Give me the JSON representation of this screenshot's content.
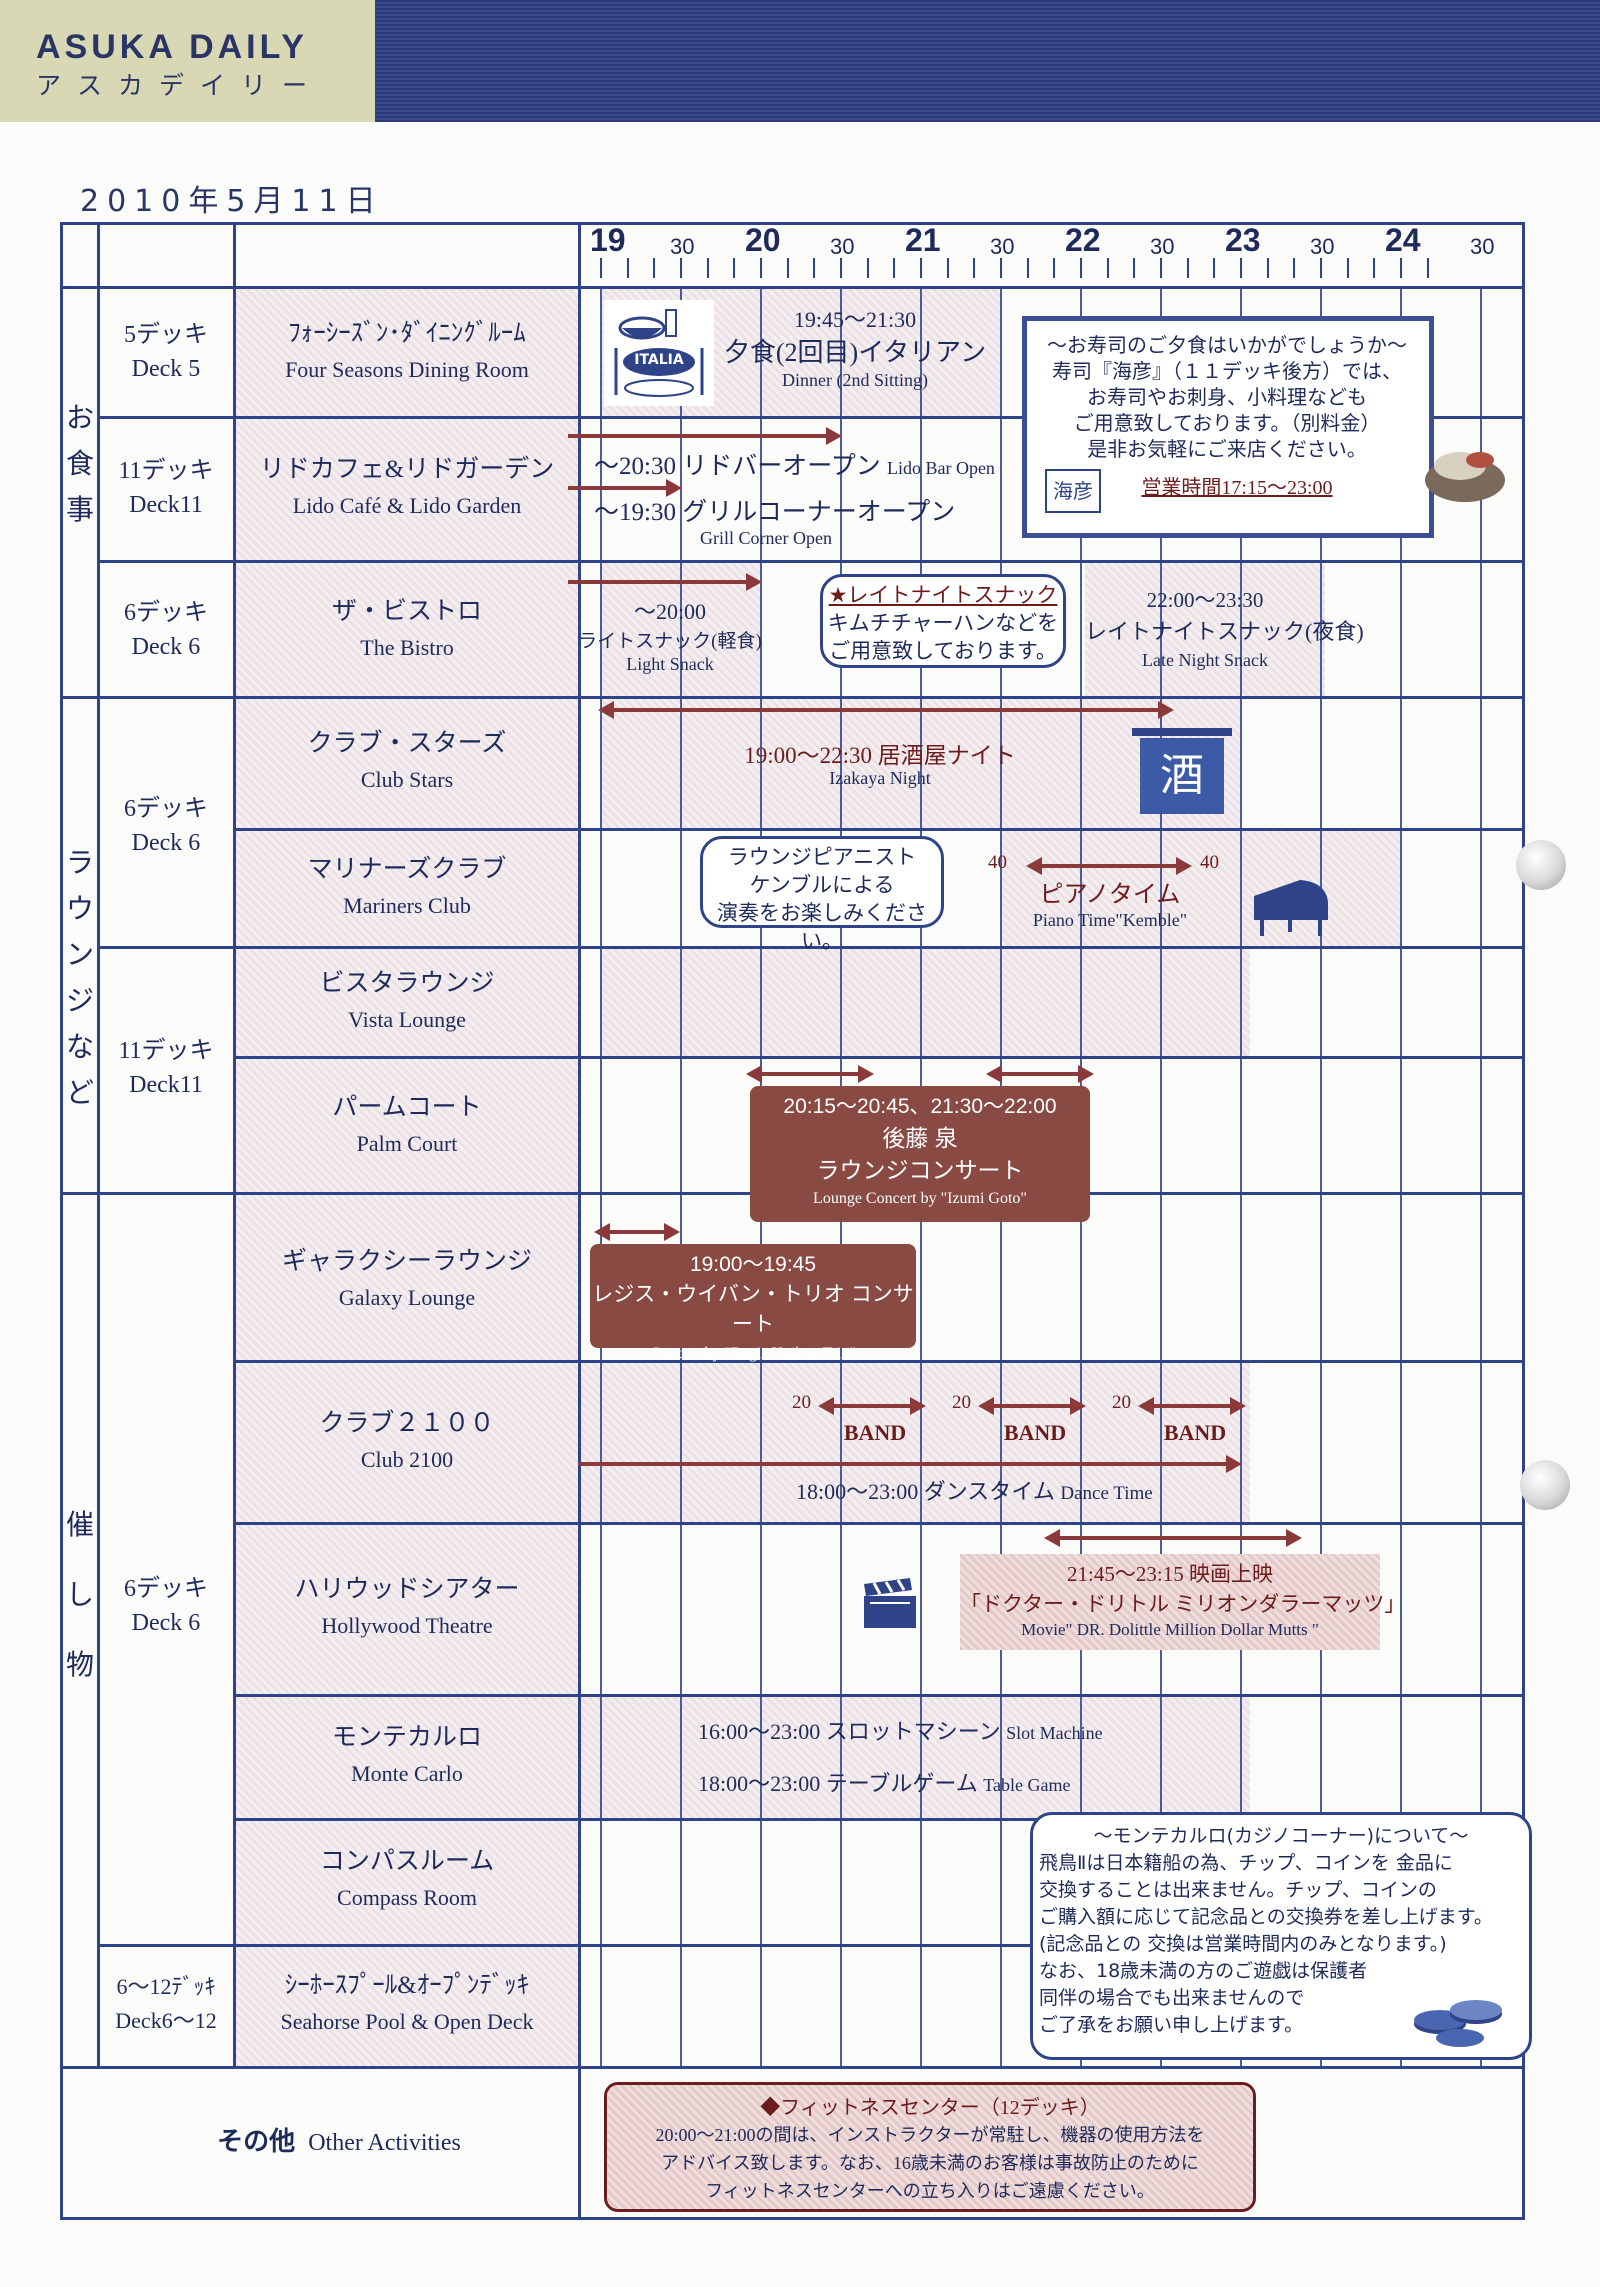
{
  "header": {
    "brand": "ASUKA DAILY",
    "brand_kana": "アスカデイリー",
    "date": "2010年5月11日"
  },
  "timeline": {
    "hours": [
      "19",
      "20",
      "21",
      "22",
      "23",
      "24"
    ],
    "half_label": "30"
  },
  "categories": {
    "dining": "お食事",
    "lounge": "ラウンジなど",
    "events": "催し物"
  },
  "decks": {
    "d5": {
      "jp": "5デッキ",
      "en": "Deck 5"
    },
    "d11a": {
      "jp": "11デッキ",
      "en": "Deck11"
    },
    "d6a": {
      "jp": "6デッキ",
      "en": "Deck 6"
    },
    "d6b": {
      "jp": "6デッキ",
      "en": "Deck 6"
    },
    "d11b": {
      "jp": "11デッキ",
      "en": "Deck11"
    },
    "d6c": {
      "jp": "6デッキ",
      "en": "Deck 6"
    },
    "d612": {
      "jp": "6～12ﾃﾞｯｷ",
      "en": "Deck6～12"
    }
  },
  "venues": {
    "four_seasons": {
      "jp": "ﾌｫｰｼｰｽﾞﾝ･ﾀﾞｲﾆﾝｸﾞﾙｰﾑ",
      "en": "Four Seasons Dining Room"
    },
    "lido": {
      "jp": "リドカフェ&リドガーデン",
      "en": "Lido Café & Lido Garden"
    },
    "bistro": {
      "jp": "ザ・ビストロ",
      "en": "The Bistro"
    },
    "club_stars": {
      "jp": "クラブ・スターズ",
      "en": "Club Stars"
    },
    "mariners": {
      "jp": "マリナーズクラブ",
      "en": "Mariners Club"
    },
    "vista": {
      "jp": "ビスタラウンジ",
      "en": "Vista Lounge"
    },
    "palm": {
      "jp": "パームコート",
      "en": "Palm Court"
    },
    "galaxy": {
      "jp": "ギャラクシーラウンジ",
      "en": "Galaxy Lounge"
    },
    "club2100": {
      "jp": "クラブ２１００",
      "en": "Club 2100"
    },
    "hollywood": {
      "jp": "ハリウッドシアター",
      "en": "Hollywood Theatre"
    },
    "monte": {
      "jp": "モンテカルロ",
      "en": "Monte Carlo"
    },
    "compass": {
      "jp": "コンパスルーム",
      "en": "Compass Room"
    },
    "seahorse": {
      "jp": "ｼｰﾎｰｽﾌﾟｰﾙ&ｵｰﾌﾟﾝﾃﾞｯｷ",
      "en": "Seahorse Pool & Open Deck"
    },
    "other": {
      "jp": "その他",
      "en": "Other Activities"
    }
  },
  "events": {
    "dinner_time": "19:45～21:30",
    "dinner_jp": "夕食(2回目)イタリアン",
    "dinner_en": "Dinner (2nd Sitting)",
    "italia_badge": "ITALIA",
    "sushi_lines": [
      "～お寿司のご夕食はいかがでしょうか～",
      "寿司『海彦』（１１デッキ後方）では、",
      "お寿司やお刺身、小料理なども",
      "ご用意致しております。（別料金）",
      "是非お気軽にご来店ください。"
    ],
    "sushi_hours": "営業時間17:15～23:00",
    "sushi_logo": "海彦",
    "lido_bar": "～20:30 リドバーオープン",
    "lido_bar_en": "Lido Bar Open",
    "grill": "～19:30 グリルコーナーオープン",
    "grill_en": "Grill Corner Open",
    "light_time": "～20:00",
    "light_jp": "ライトスナック(軽食)",
    "light_en": "Light Snack",
    "late_bubble": [
      "★レイトナイトスナック",
      "キムチチャーハンなどを",
      "ご用意致しております。"
    ],
    "late_time": "22:00～23:30",
    "late_jp": "レイトナイトスナック(夜食)",
    "late_en": "Late Night Snack",
    "izakaya": "19:00～22:30  居酒屋ナイト",
    "izakaya_en": "Izakaya Night",
    "sake_sign": "酒",
    "piano_bubble": [
      "ラウンジピアニスト",
      "ケンブルによる",
      "演奏をお楽しみください。"
    ],
    "piano_start": "40",
    "piano_end": "40",
    "piano_jp": "ピアノタイム",
    "piano_en": "Piano Time\"Kemble\"",
    "goto_time": "20:15～20:45、21:30～22:00",
    "goto_name": "後藤 泉",
    "goto_jp": "ラウンジコンサート",
    "goto_en": "Lounge Concert by \"Izumi Goto\"",
    "regis_time": "19:00～19:45",
    "regis_jp": "レジス・ウイバン・トリオ コンサート",
    "regis_en": "Concert by \"Regis Huiban Trio\"",
    "band_start": "20",
    "band_label": "BAND",
    "dance": "18:00～23:00  ダンスタイム",
    "dance_en": "Dance Time",
    "movie_time": "21:45～23:15  映画上映",
    "movie_jp": "「ドクター・ドリトル  ミリオンダラーマッツ」",
    "movie_en": "Movie\" DR. Dolittle Million Dollar Mutts \"",
    "slot": "16:00～23:00  スロットマシーン",
    "slot_en": "Slot Machine",
    "table": "18:00～23:00  テーブルゲーム",
    "table_en": "Table Game",
    "casino_lines": [
      "～モンテカルロ(カジノコーナー)について～",
      "飛鳥Ⅱは日本籍船の為、チップ、コインを 金品に",
      "交換することは出来ません。チップ、コインの",
      "ご購入額に応じて記念品との交換券を差し上げます。",
      "(記念品との 交換は営業時間内のみとなります。)",
      "なお、18歳未満の方のご遊戯は保護者",
      "同伴の場合でも出来ませんので",
      "ご了承をお願い申し上げます。"
    ],
    "fitness_title": "◆フィットネスセンター（12デッキ）",
    "fitness_lines": [
      "20:00～21:00の間は、インストラクターが常駐し、機器の使用方法を",
      "アドバイス致します。なお、16歳未満のお客様は事故防止のために",
      "フィットネスセンターへの立ち入りはご遠慮ください。"
    ]
  }
}
